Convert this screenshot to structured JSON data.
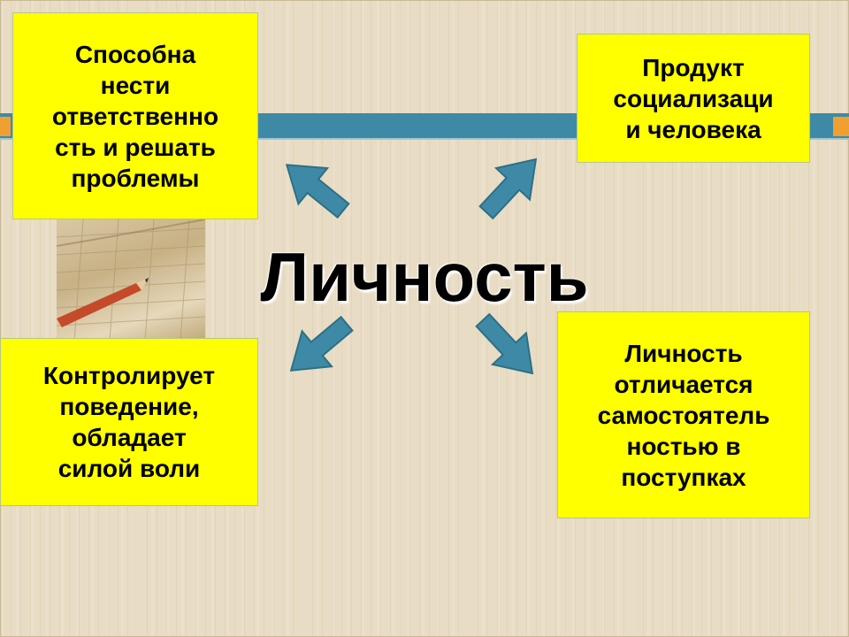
{
  "slide": {
    "title": "Личность",
    "boxes": {
      "top_left": "Способна\nнести\nответственно\nсть и решать\nпроблемы",
      "top_right": "Продукт\nсоциализаци\nи человека",
      "bottom_left": "Контролирует\nповедение,\nобладает\nсилой воли",
      "bottom_right": "Личность\nотличается\nсамостоятель\nностью в\nпоступках"
    },
    "colors": {
      "box_fill": "#ffff00",
      "arrow_fill": "#3e8aa6",
      "band": "#3e8aa6",
      "accent": "#f0a030",
      "background": "#e8dcc4"
    }
  }
}
